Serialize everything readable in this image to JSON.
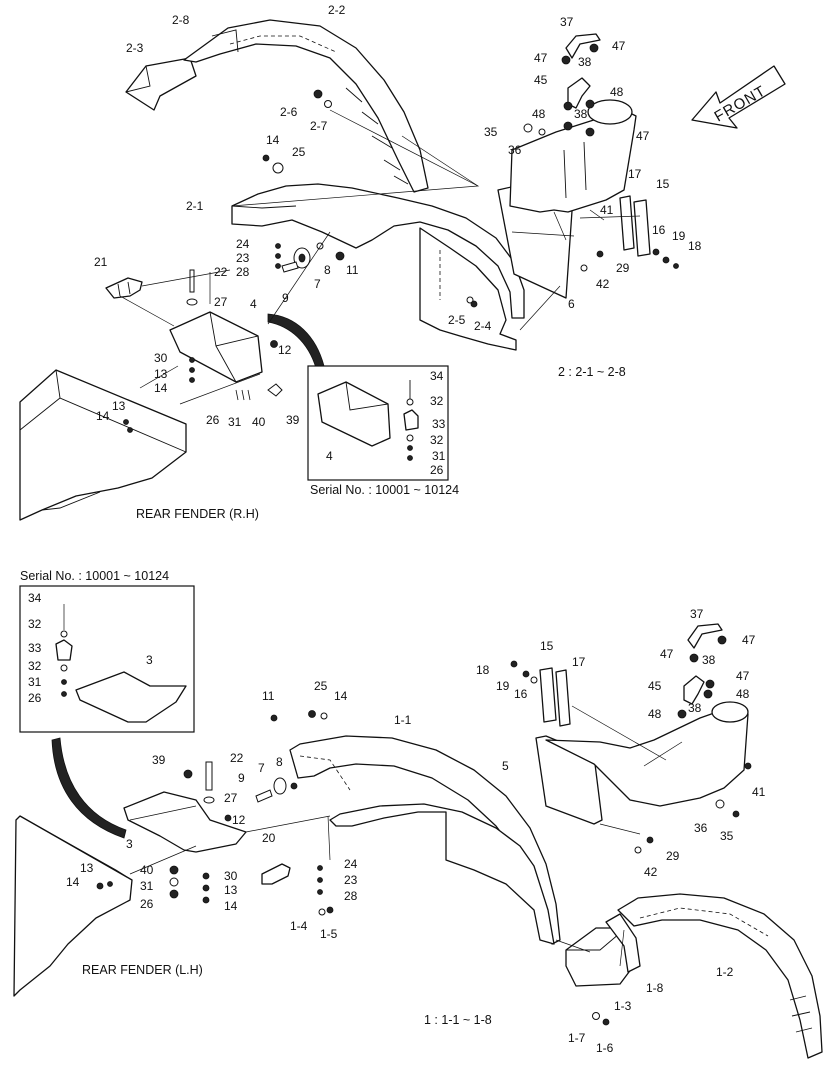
{
  "figure": {
    "front_arrow": "FRONT",
    "top_group_note": "2 : 2-1 ~ 2-8",
    "bottom_group_note": "1 : 1-1 ~ 1-8",
    "rear_fender_rh": "REAR FENDER (R.H)",
    "rear_fender_lh": "REAR FENDER (L.H)",
    "serial_top": "Serial No. : 10001 ~ 10124",
    "serial_bottom": "Serial No. : 10001 ~ 10124"
  },
  "callouts_top": [
    "2-8",
    "2-2",
    "2-3",
    "37",
    "47",
    "47",
    "38",
    "45",
    "48",
    "48",
    "38",
    "47",
    "35",
    "36",
    "2-6",
    "2-7",
    "14",
    "25",
    "2-1",
    "17",
    "15",
    "41",
    "24",
    "23",
    "28",
    "16",
    "19",
    "18",
    "21",
    "22",
    "7",
    "8",
    "11",
    "9",
    "29",
    "42",
    "27",
    "4",
    "2-5",
    "2-4",
    "6",
    "12",
    "30",
    "13",
    "14",
    "13",
    "14",
    "26",
    "31",
    "40",
    "39"
  ],
  "callouts_inset_top": [
    "34",
    "32",
    "33",
    "32",
    "31",
    "26",
    "4"
  ],
  "callouts_bottom": [
    "34",
    "32",
    "33",
    "32",
    "31",
    "26",
    "3",
    "37",
    "47",
    "47",
    "38",
    "15",
    "17",
    "18",
    "19",
    "16",
    "47",
    "45",
    "48",
    "38",
    "48",
    "11",
    "25",
    "14",
    "1-1",
    "39",
    "22",
    "9",
    "7",
    "8",
    "27",
    "5",
    "12",
    "41",
    "3",
    "20",
    "36",
    "35",
    "29",
    "42",
    "24",
    "23",
    "28",
    "13",
    "14",
    "40",
    "31",
    "26",
    "30",
    "13",
    "14",
    "1-4",
    "1-5",
    "1-2",
    "1-3",
    "1-8",
    "1-7",
    "1-6"
  ],
  "icons": {
    "front_arrow": "front-arrow-icon"
  }
}
